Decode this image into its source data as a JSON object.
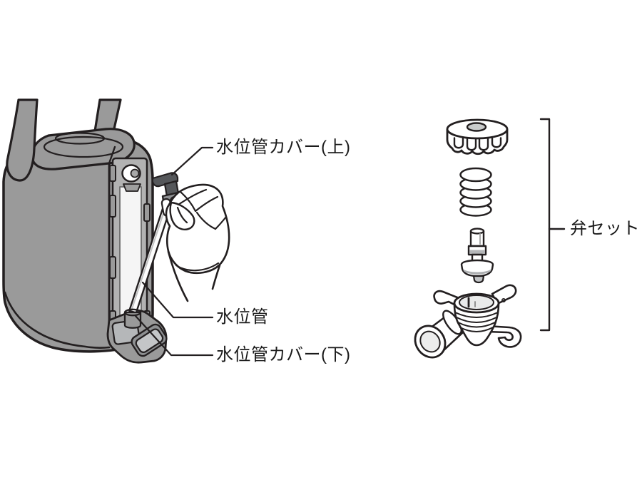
{
  "diagram": {
    "labels": {
      "upper_cover": "水位管カバー(上)",
      "tube": "水位管",
      "lower_cover": "水位管カバー(下)",
      "valve_set": "弁セット"
    },
    "parts": {
      "pot": "pot-body-with-handle",
      "hand": "hand-pulling-tube",
      "valve_exploded": [
        "knob-cap",
        "coil-spring",
        "valve-stem",
        "valve-body-with-spout"
      ]
    },
    "colors": {
      "line": "#231f20",
      "body_gray": "#9a9a9a",
      "recess_gray": "#b2b2b2",
      "window_white": "#f5f5f5",
      "upper_cover_dark": "#55575a",
      "upper_cover_block": "#8f9194",
      "knob_hole_gray": "#c9cbcb",
      "spout_face_gray": "#c4c6c8"
    }
  }
}
